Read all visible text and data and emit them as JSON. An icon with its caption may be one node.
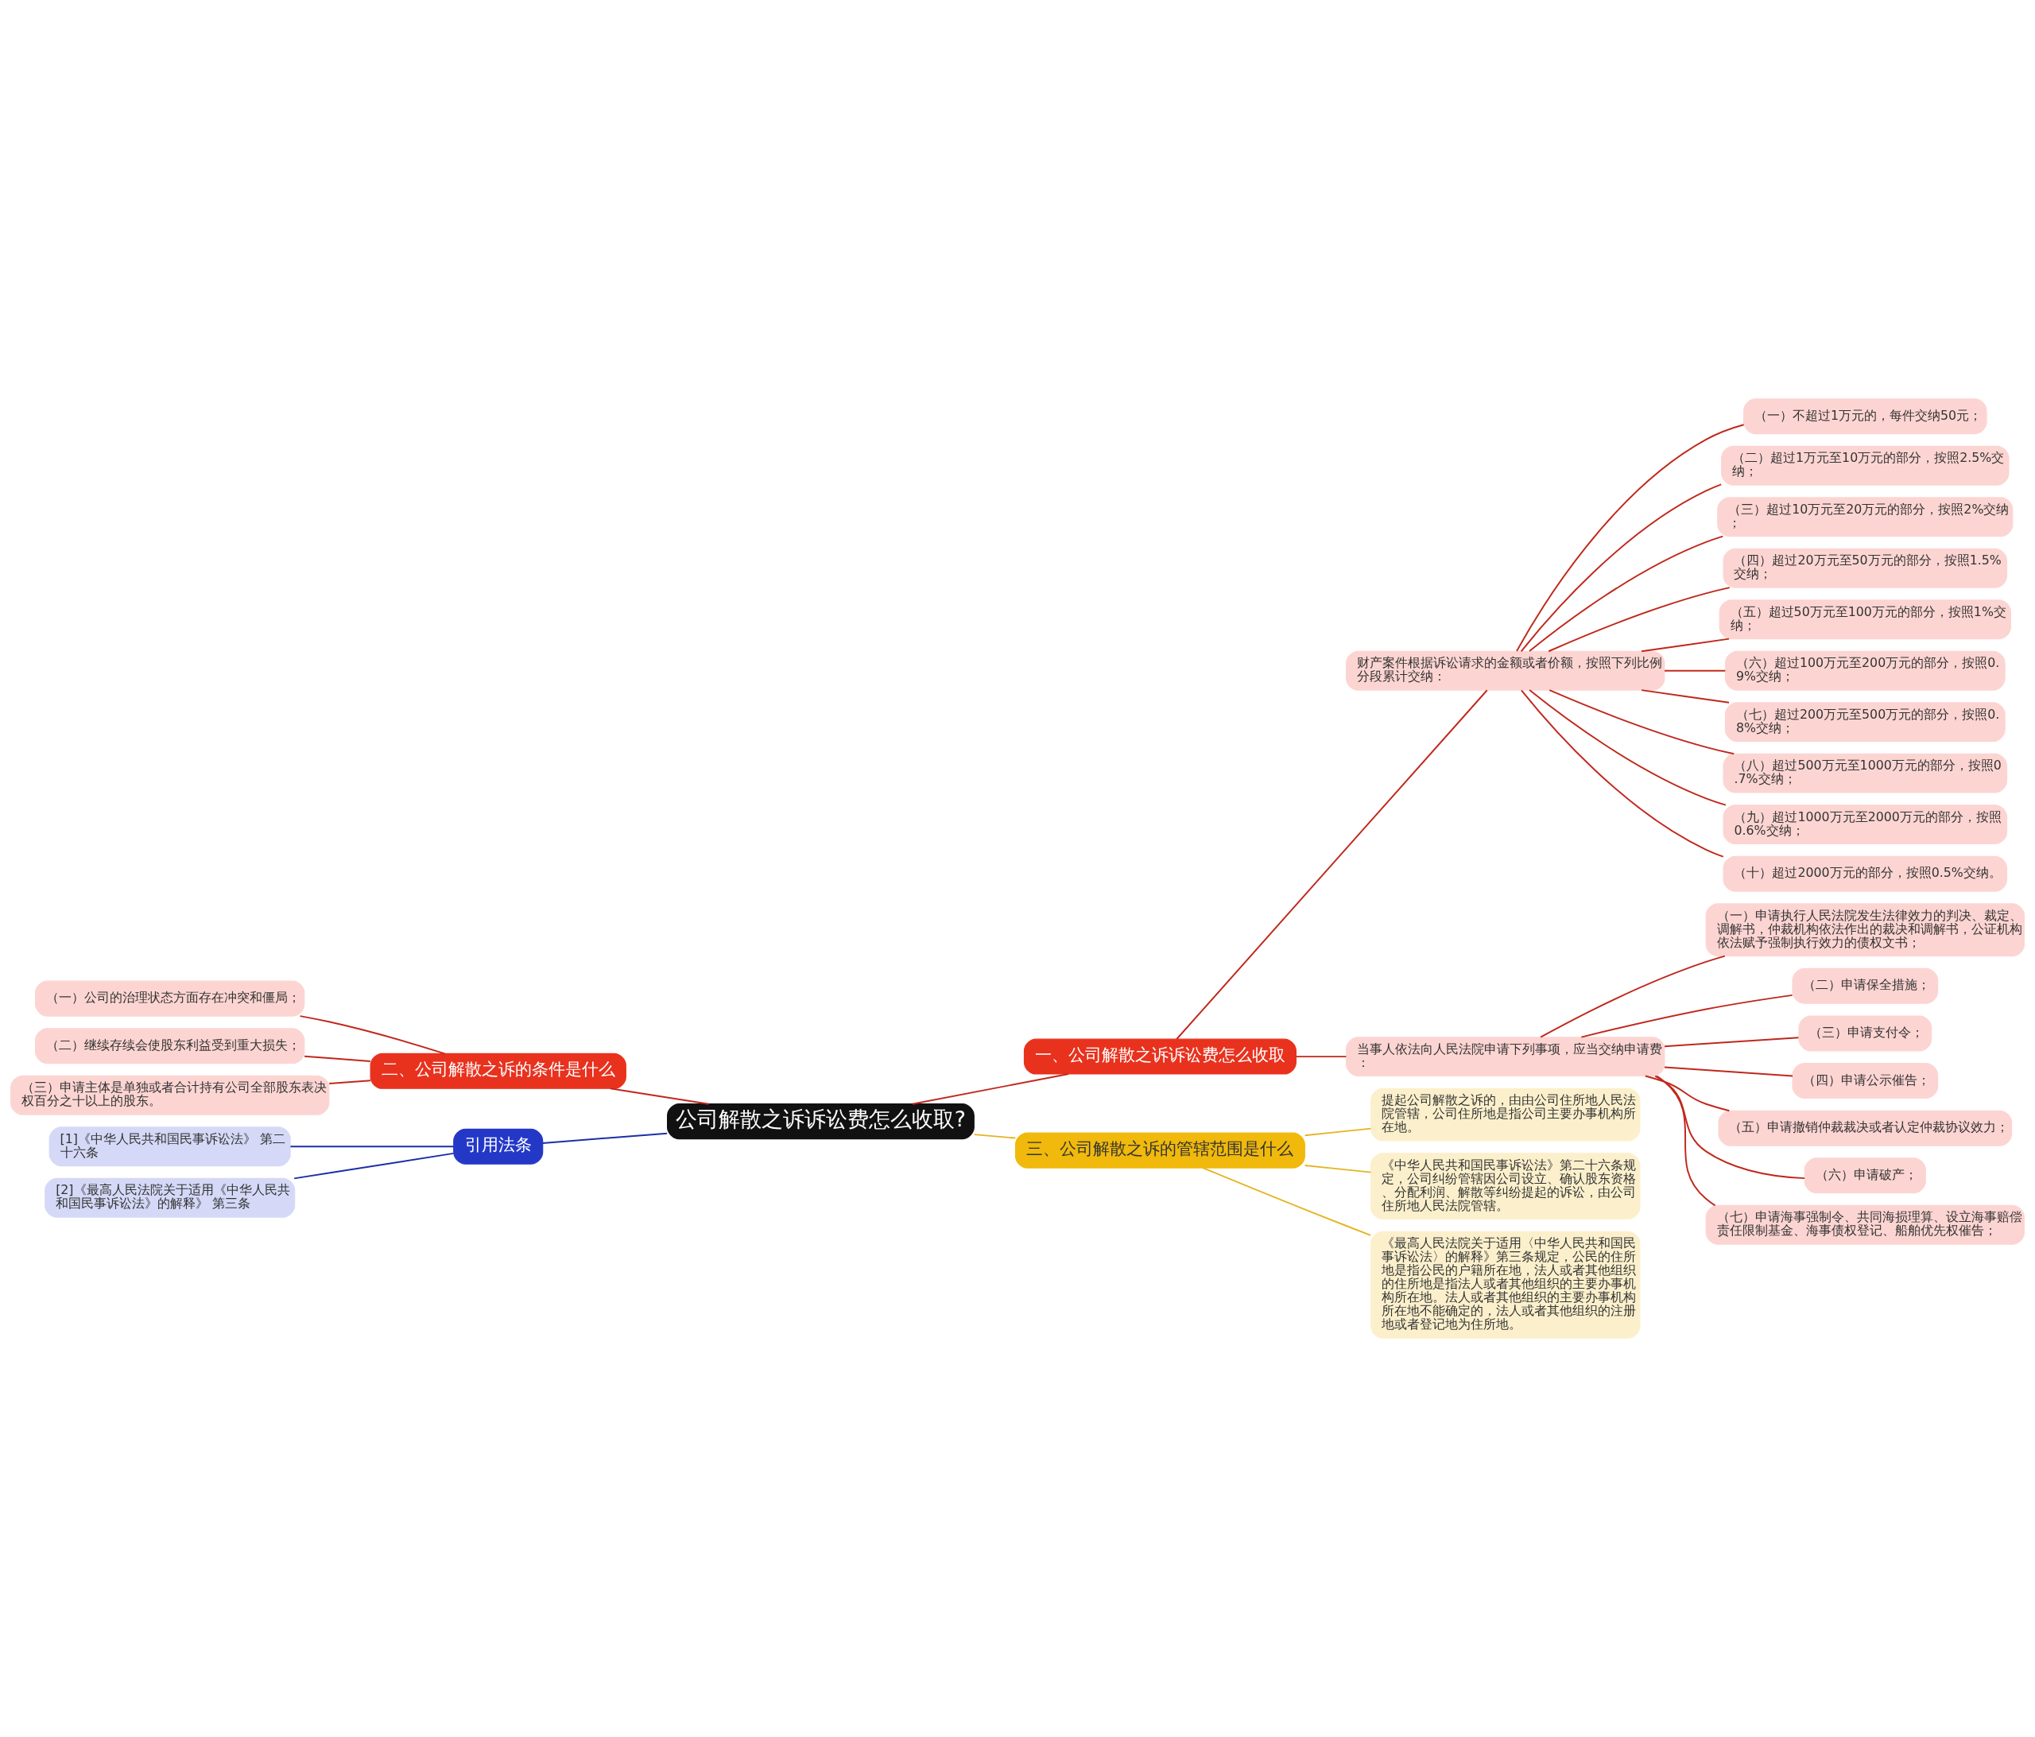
{
  "diagram": {
    "nodes": [
      {
        "text": [
          "公司解散之诉诉讼费怎么收取?"
        ]
      },
      {
        "text": [
          "一、公司解散之诉诉讼费怎么收取"
        ]
      },
      {
        "text": [
          "财产案件根据诉讼请求的金额或者价额，按照下列比例分段累计交纳："
        ]
      },
      {
        "text": [
          "（一）不超过1万元的，每件交纳50元；"
        ]
      },
      {
        "text": [
          "（二）超过1万元至10万元的部分，按照2.5%交纳；"
        ]
      },
      {
        "text": [
          "（三）超过10万元至20万元的部分，按照2%交纳；"
        ]
      },
      {
        "text": [
          "（四）超过20万元至50万元的部分，按照1.5%交纳；"
        ]
      },
      {
        "text": [
          "（五）超过50万元至100万元的部分，按照1%交纳；"
        ]
      },
      {
        "text": [
          "（六）超过100万元至200万元的部分，按照0.9%交纳；"
        ]
      },
      {
        "text": [
          "（七）超过200万元至500万元的部分，按照0.8%交纳；"
        ]
      },
      {
        "text": [
          "（八）超过500万元至1000万元的部分，按照0.7%交纳；"
        ]
      },
      {
        "text": [
          "（九）超过1000万元至2000万元的部分，按照0.6%交纳；"
        ]
      },
      {
        "text": [
          "（十）超过2000万元的部分，按照0.5%交纳。"
        ]
      },
      {
        "text": [
          "当事人依法向人民法院申请下列事项，应当交纳申请费："
        ]
      },
      {
        "text": [
          "（一）申请执行人民法院发生法律效力的判决、裁定、调解书，仲裁机构依法作出的裁决和调解书，公证机构依法赋予强制执行效力的债权文书；"
        ]
      },
      {
        "text": [
          "（二）申请保全措施；"
        ]
      },
      {
        "text": [
          "（三）申请支付令；"
        ]
      },
      {
        "text": [
          "（四）申请公示催告；"
        ]
      },
      {
        "text": [
          "（五）申请撤销仲裁裁决或者认定仲裁协议效力；"
        ]
      },
      {
        "text": [
          "（六）申请破产；"
        ]
      },
      {
        "text": [
          "（七）申请海事强制令、共同海损理算、设立海事赔偿责任限制基金、海事债权登记、船舶优先权催告；"
        ]
      },
      {
        "text": [
          "二、公司解散之诉的条件是什么"
        ]
      },
      {
        "text": [
          "（一）公司的治理状态方面存在冲突和僵局；"
        ]
      },
      {
        "text": [
          "（二）继续存续会使股东利益受到重大损失；"
        ]
      },
      {
        "text": [
          "（三）申请主体是单独或者合计持有公司全部股东表决权百分之十以上的股东。"
        ]
      },
      {
        "text": [
          "引用法条"
        ]
      },
      {
        "text": [
          "[1]《中华人民共和国民事诉讼法》 第二十六条"
        ]
      },
      {
        "text": [
          "[2]《最高人民法院关于适用《中华人民共和国民事诉讼法》的解释》 第三条"
        ]
      },
      {
        "text": [
          "三、公司解散之诉的管辖范围是什么"
        ]
      },
      {
        "text": [
          "提起公司解散之诉的，由由公司住所地人民法院管辖，公司住所地是指公司主要办事机构所在地。"
        ]
      },
      {
        "text": [
          "《中华人民共和国民事诉讼法》第二十六条规定，公司纠纷管辖因公司设立、确认股东资格、分配利润、解散等纠纷提起的诉讼，由公司住所地人民法院管辖。"
        ]
      },
      {
        "text": [
          "《最高人民法院关于适用〈中华人民共和国民事诉讼法〉的解释》第三条规定，公民的住所地是指公民的户籍所在地，法人或者其他组织的住所地是指法人或者其他组织的主要办事机构所在地。法人或者其他组织的主要办事机构所在地不能确定的，法人或者其他组织的注册地或者登记地为住所地。"
        ]
      }
    ],
    "edges": [
      {
        "from": 0,
        "to": 1,
        "arrow": "none"
      },
      {
        "from": 1,
        "to": 2,
        "arrow": "none"
      },
      {
        "from": 2,
        "to": 3,
        "arrow": "none"
      },
      {
        "from": 2,
        "to": 4,
        "arrow": "none"
      },
      {
        "from": 2,
        "to": 5,
        "arrow": "none"
      },
      {
        "from": 2,
        "to": 6,
        "arrow": "none"
      },
      {
        "from": 2,
        "to": 7,
        "arrow": "none"
      },
      {
        "from": 2,
        "to": 8,
        "arrow": "none"
      },
      {
        "from": 2,
        "to": 9,
        "arrow": "none"
      },
      {
        "from": 2,
        "to": 10,
        "arrow": "none"
      },
      {
        "from": 2,
        "to": 11,
        "arrow": "none"
      },
      {
        "from": 2,
        "to": 12,
        "arrow": "none"
      },
      {
        "from": 1,
        "to": 13,
        "arrow": "none"
      },
      {
        "from": 13,
        "to": 14,
        "arrow": "none"
      },
      {
        "from": 13,
        "to": 15,
        "arrow": "none"
      },
      {
        "from": 13,
        "to": 16,
        "arrow": "none"
      },
      {
        "from": 13,
        "to": 17,
        "arrow": "none"
      },
      {
        "from": 13,
        "to": 18,
        "arrow": "none"
      },
      {
        "from": 13,
        "to": 19,
        "arrow": "none"
      },
      {
        "from": 13,
        "to": 20,
        "arrow": "none"
      },
      {
        "from": 0,
        "to": 21,
        "arrow": "none"
      },
      {
        "from": 21,
        "to": 22,
        "arrow": "none"
      },
      {
        "from": 21,
        "to": 23,
        "arrow": "none"
      },
      {
        "from": 21,
        "to": 24,
        "arrow": "none"
      },
      {
        "from": 0,
        "to": 25,
        "arrow": "none",
        "color": "#1a2fa8"
      },
      {
        "from": 25,
        "to": 26,
        "arrow": "none",
        "color": "#1a2fa8"
      },
      {
        "from": 25,
        "to": 27,
        "arrow": "none",
        "color": "#1a2fa8"
      },
      {
        "from": 0,
        "to": 28,
        "arrow": "none",
        "color": "#e6b422"
      },
      {
        "from": 28,
        "to": 29,
        "arrow": "none",
        "color": "#e6b422"
      },
      {
        "from": 28,
        "to": 30,
        "arrow": "none",
        "color": "#e6b422"
      },
      {
        "from": 28,
        "to": 31,
        "arrow": "none",
        "color": "#e6b422"
      }
    ]
  }
}
